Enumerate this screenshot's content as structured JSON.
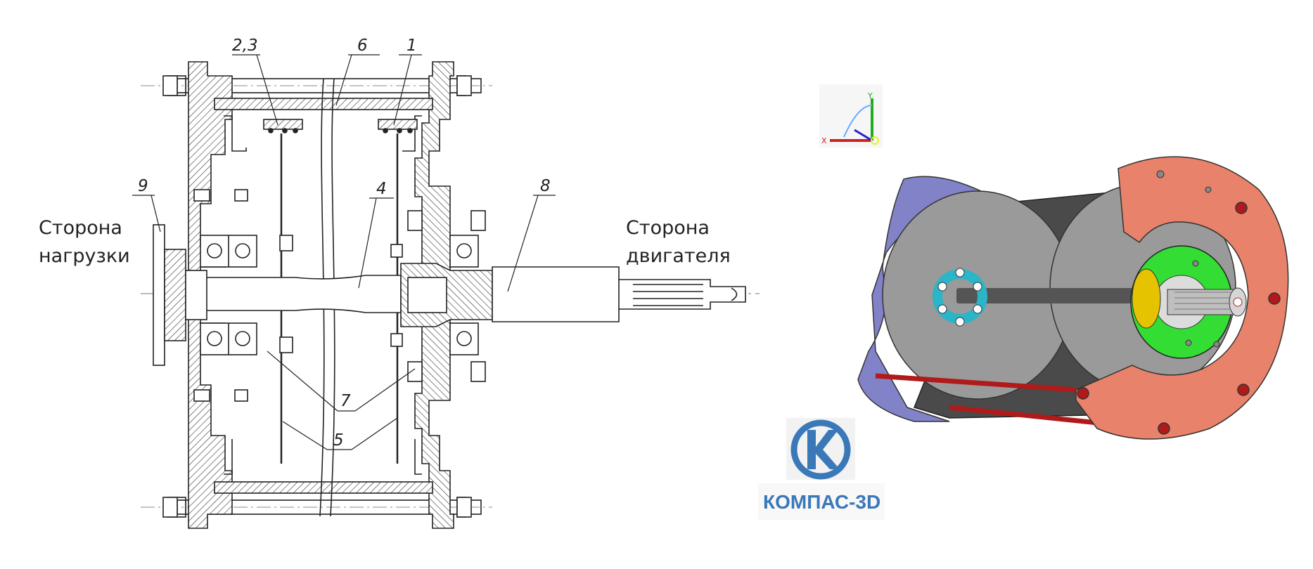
{
  "drawing": {
    "callouts": {
      "c1": "1",
      "c23": "2,3",
      "c4": "4",
      "c5": "5",
      "c6": "6",
      "c7": "7",
      "c8": "8",
      "c9": "9"
    },
    "load_side": {
      "line1": "Сторона",
      "line2": "нагрузки"
    },
    "motor_side": {
      "line1": "Сторона",
      "line2": "двигателя"
    }
  },
  "model3d": {
    "axis_labels": {
      "x": "X",
      "y": "Y"
    },
    "colors": {
      "flange": "#e8826a",
      "left_cover": "#8282c8",
      "disc": "#9a9a9a",
      "bearing": "#33dd33",
      "rods": "#b11a1a",
      "hub": "#2ab5c8",
      "shaft": "#555555"
    }
  },
  "logo": {
    "text": "КОМПАС-3D",
    "color": "#3b78b8",
    "icon": "kompas-k-logo-icon"
  }
}
